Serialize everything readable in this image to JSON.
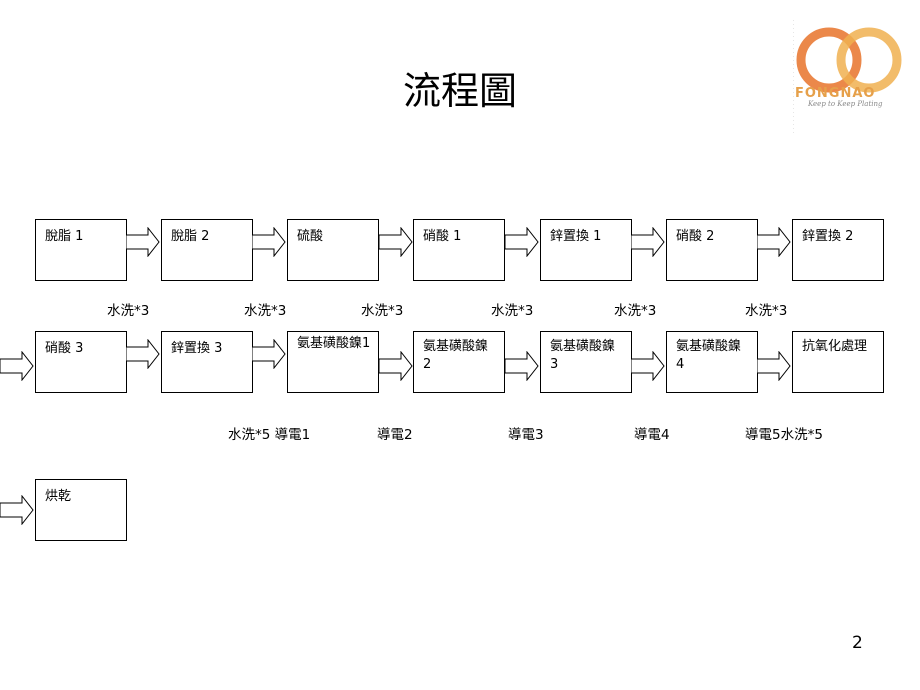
{
  "title": "流程圖",
  "logo": {
    "text": "FONGNAO",
    "tagline": "Keep to Keep Plating"
  },
  "rows": [
    {
      "boxes": [
        "脫脂 1",
        "脫脂 2",
        "硫酸",
        "硝酸 1",
        "鋅置換 1",
        "硝酸 2",
        "鋅置換 2"
      ],
      "notes": [
        "水洗*3",
        "水洗*3",
        "水洗*3",
        "水洗*3",
        "水洗*3",
        "水洗*3"
      ]
    },
    {
      "boxes": [
        "硝酸 3",
        "鋅置換 3",
        "氨基磺酸鎳1",
        "氨基磺酸鎳 2",
        "氨基磺酸鎳 3",
        "氨基磺酸鎳 4",
        "抗氧化處理"
      ],
      "notes": [
        "水洗*5 導電1",
        "導電2",
        "導電3",
        "導電4",
        "導電5水洗*5"
      ]
    },
    {
      "boxes": [
        "烘乾"
      ]
    }
  ],
  "page_number": "2",
  "colors": {
    "logo_orange": "#e8732a",
    "logo_gold": "#f0b050"
  }
}
